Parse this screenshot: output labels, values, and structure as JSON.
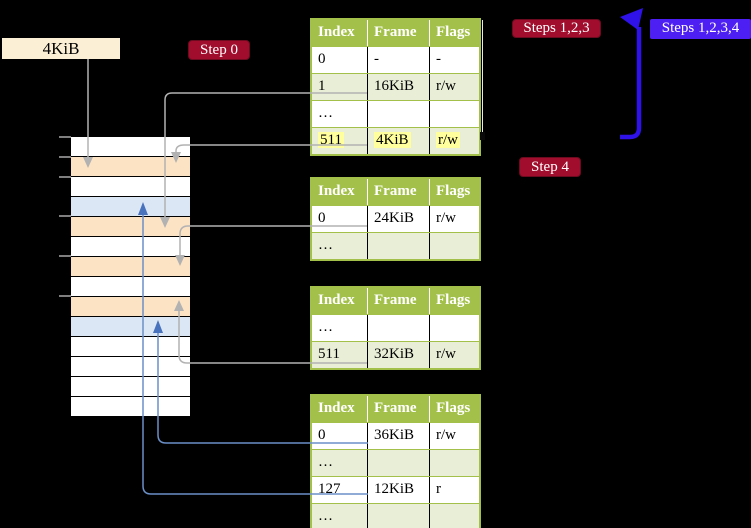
{
  "labels": {
    "frame_size": "4KiB",
    "step0": "Step 0",
    "steps123": "Steps 1,2,3",
    "steps1234": "Steps 1,2,3,4",
    "step4": "Step 4"
  },
  "page_tables": [
    {
      "headers": [
        "Index",
        "Frame",
        "Flags"
      ],
      "rows": [
        {
          "cells": [
            "0",
            "-",
            "-"
          ],
          "shaded": false,
          "highlight": false
        },
        {
          "cells": [
            "1",
            "16KiB",
            "r/w"
          ],
          "shaded": true,
          "highlight": false
        },
        {
          "cells": [
            "…",
            "",
            ""
          ],
          "shaded": false,
          "highlight": false
        },
        {
          "cells": [
            "511",
            "4KiB",
            "r/w"
          ],
          "shaded": true,
          "highlight": true
        }
      ]
    },
    {
      "headers": [
        "Index",
        "Frame",
        "Flags"
      ],
      "rows": [
        {
          "cells": [
            "0",
            "24KiB",
            "r/w"
          ],
          "shaded": false,
          "highlight": false
        },
        {
          "cells": [
            "…",
            "",
            ""
          ],
          "shaded": true,
          "highlight": false
        }
      ]
    },
    {
      "headers": [
        "Index",
        "Frame",
        "Flags"
      ],
      "rows": [
        {
          "cells": [
            "…",
            "",
            ""
          ],
          "shaded": false,
          "highlight": false
        },
        {
          "cells": [
            "511",
            "32KiB",
            "r/w"
          ],
          "shaded": true,
          "highlight": false
        }
      ]
    },
    {
      "headers": [
        "Index",
        "Frame",
        "Flags"
      ],
      "rows": [
        {
          "cells": [
            "0",
            "36KiB",
            "r/w"
          ],
          "shaded": false,
          "highlight": false
        },
        {
          "cells": [
            "…",
            "",
            ""
          ],
          "shaded": true,
          "highlight": false
        },
        {
          "cells": [
            "127",
            "12KiB",
            "r"
          ],
          "shaded": false,
          "highlight": false
        },
        {
          "cells": [
            "…",
            "",
            ""
          ],
          "shaded": true,
          "highlight": false
        }
      ]
    }
  ],
  "memory_stack": {
    "rows": [
      "plain",
      "mapped",
      "plain",
      "target",
      "mapped",
      "plain",
      "mapped",
      "plain",
      "mapped",
      "target",
      "plain",
      "plain",
      "plain",
      "plain"
    ]
  },
  "colors": {
    "accent_green": "#a3c14a",
    "row_green": "#e9efd6",
    "highlight_yellow": "#ffff9e",
    "frame_peach": "#fce3c4",
    "target_blue": "#dbe7f5",
    "label_cream": "#fbf0d5",
    "label_red": "#a00d2d",
    "label_blue": "#4d1ff2",
    "arrow_blue": "#2e12e8",
    "connector_gray": "#b2b2b2",
    "connector_blue": "#6b8fc7",
    "arrowhead_blue": "#4a73bd"
  }
}
